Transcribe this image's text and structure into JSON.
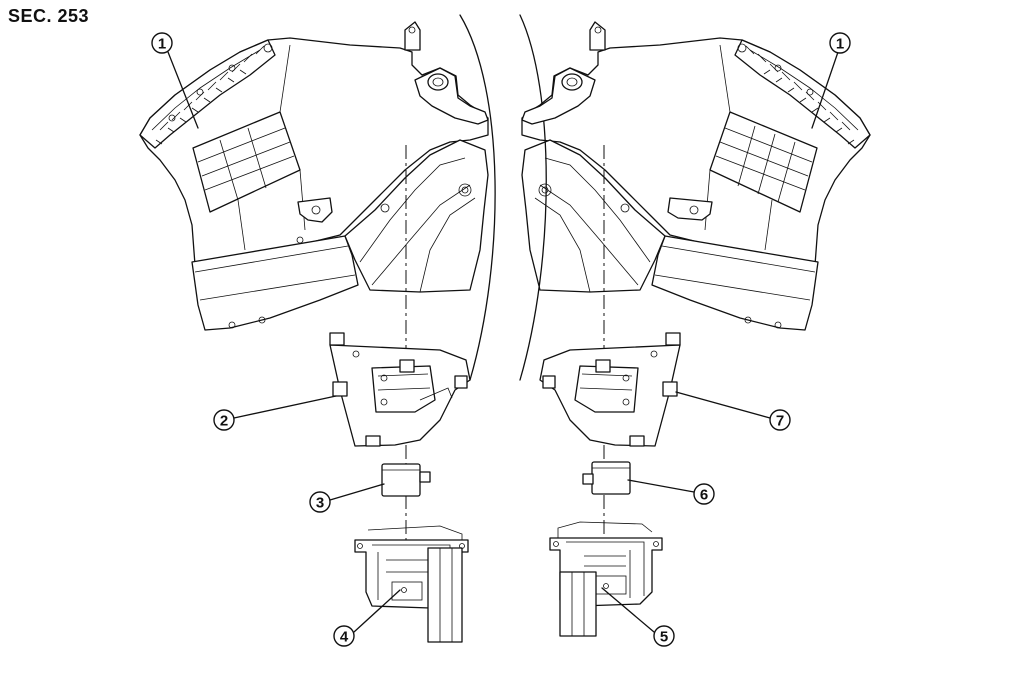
{
  "section_label": "SEC. 253",
  "callouts": [
    {
      "id": "c1-left",
      "number": "1"
    },
    {
      "id": "c1-right",
      "number": "1"
    },
    {
      "id": "c2",
      "number": "2"
    },
    {
      "id": "c3",
      "number": "3"
    },
    {
      "id": "c4",
      "number": "4"
    },
    {
      "id": "c5",
      "number": "5"
    },
    {
      "id": "c6",
      "number": "6"
    },
    {
      "id": "c7",
      "number": "7"
    }
  ]
}
